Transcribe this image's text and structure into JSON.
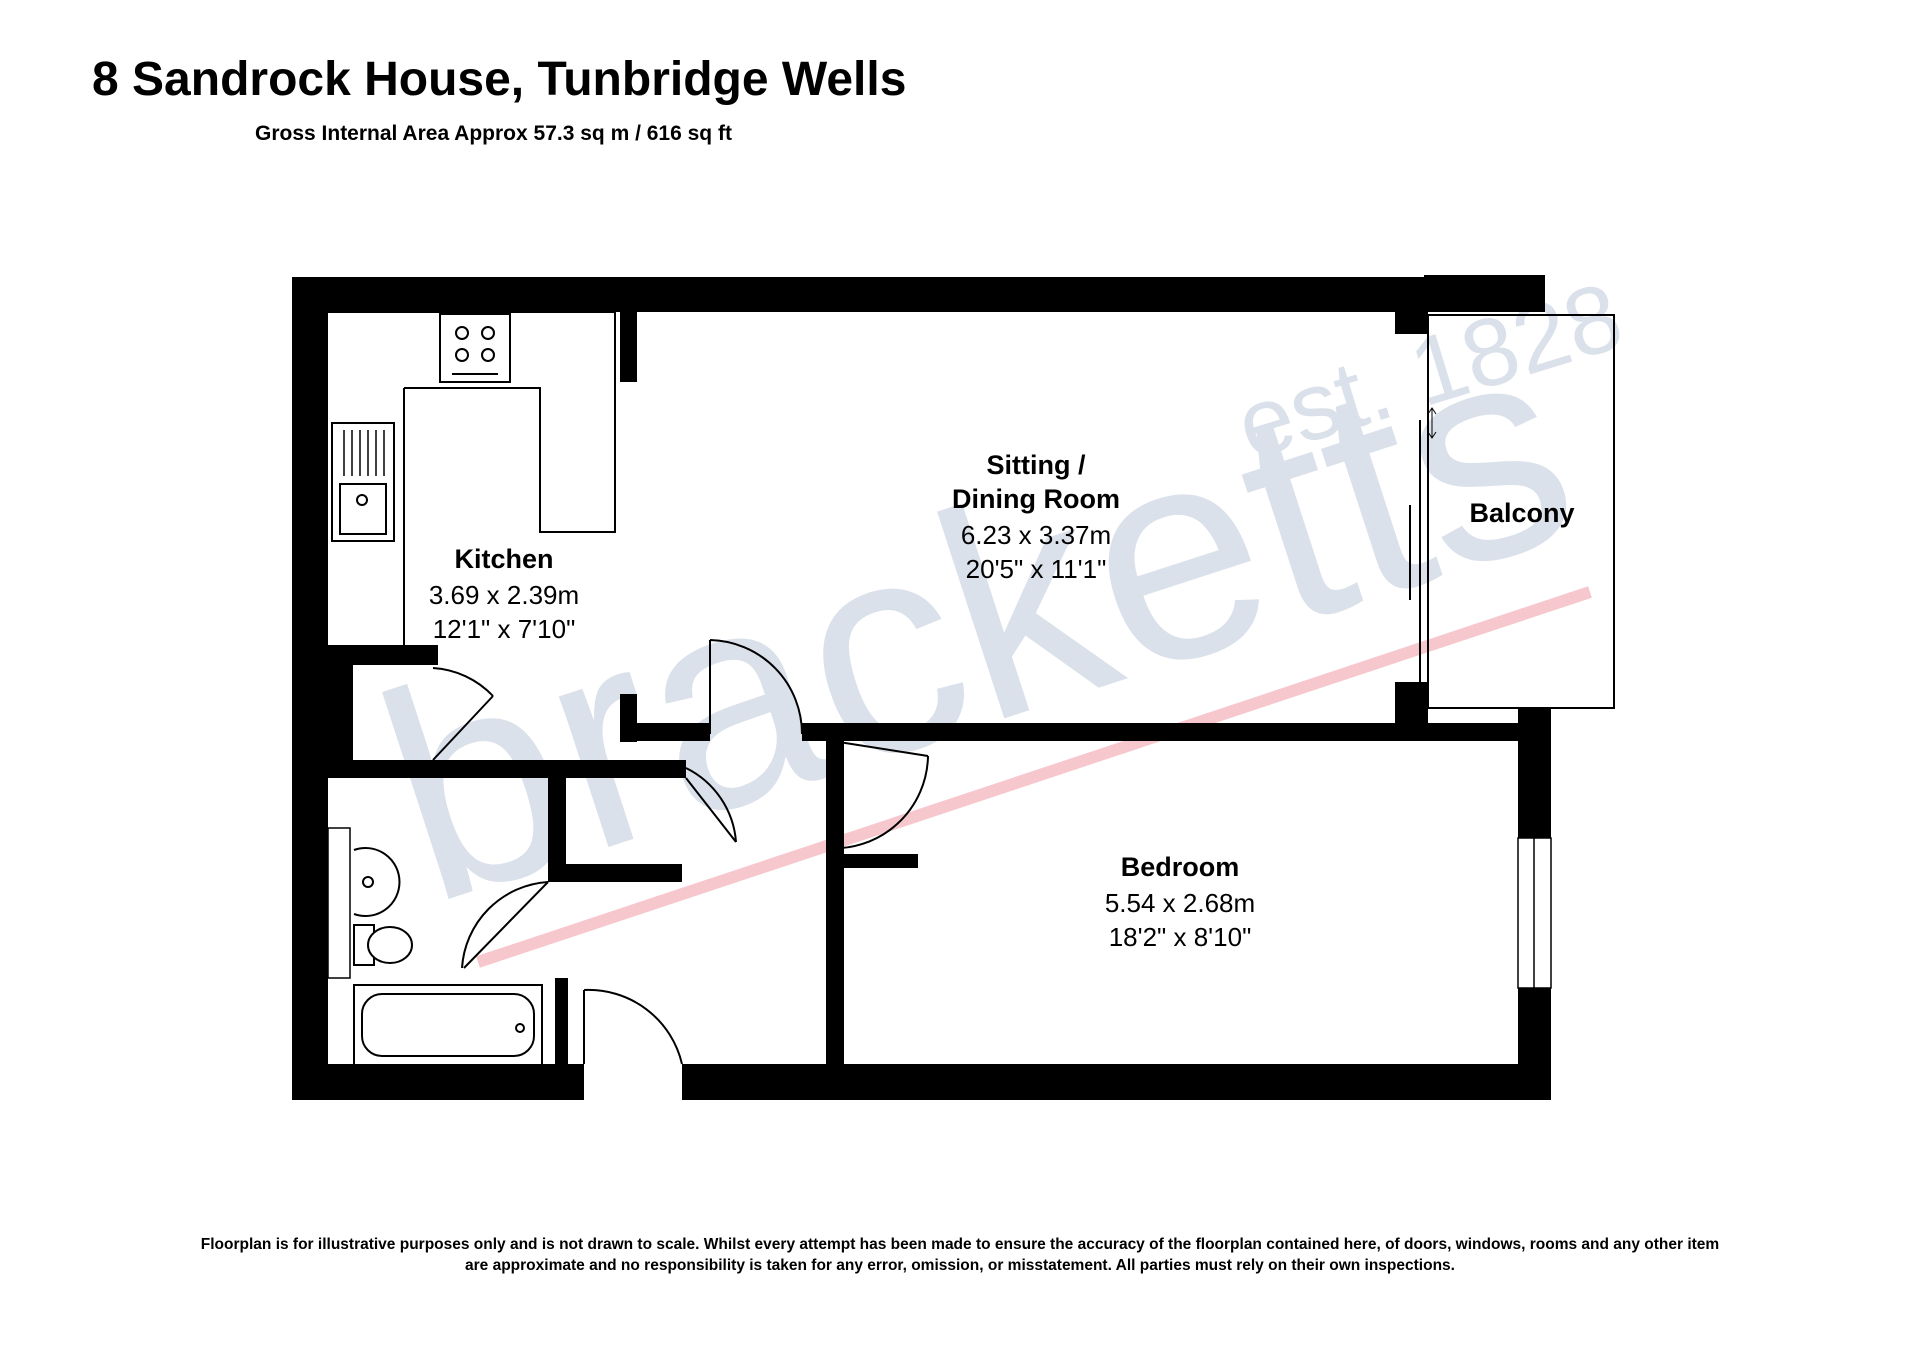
{
  "header": {
    "title": "8 Sandrock House, Tunbridge Wells",
    "subtitle": "Gross Internal Area Approx 57.3 sq m / 616 sq ft"
  },
  "rooms": {
    "kitchen": {
      "name": "Kitchen",
      "metric": "3.69 x 2.39m",
      "imperial": "12'1\" x 7'10\""
    },
    "sitting": {
      "name_line1": "Sitting /",
      "name_line2": "Dining Room",
      "metric": "6.23 x 3.37m",
      "imperial": "20'5\" x 11'1\""
    },
    "balcony": {
      "name": "Balcony"
    },
    "bedroom": {
      "name": "Bedroom",
      "metric": "5.54 x 2.68m",
      "imperial": "18'2\" x 8'10\""
    }
  },
  "watermark": {
    "brand": "bracketts",
    "est": "est. 1828",
    "brand_color": "#dbe1ea",
    "line_color": "#f6c7cc"
  },
  "footer": {
    "disclaimer": "Floorplan is for illustrative purposes only and is not drawn to scale. Whilst every attempt has been made to ensure the accuracy of the floorplan contained here, of doors, windows, rooms  and any other item are approximate and no responsibility is taken for any error, omission, or misstatement. All parties must rely on their own inspections."
  }
}
